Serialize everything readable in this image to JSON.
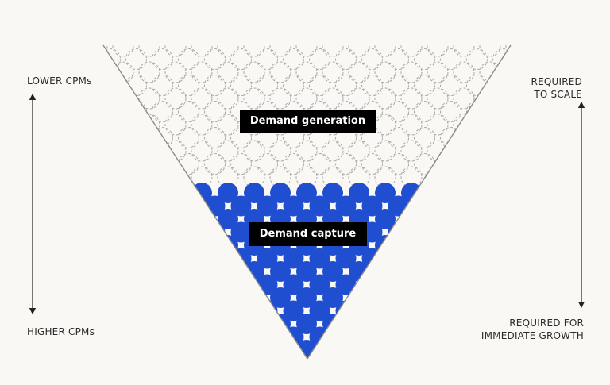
{
  "stages": {
    "top": {
      "label": "Demand generation",
      "style": "outline"
    },
    "bottom": {
      "label": "Demand capture",
      "style": "filled"
    }
  },
  "left_axis": {
    "top_label": "LOWER CPMs",
    "bottom_label": "HIGHER CPMs"
  },
  "right_axis": {
    "top_label_line1": "REQUIRED",
    "top_label_line2": "TO SCALE",
    "bottom_label_line1": "REQUIRED FOR",
    "bottom_label_line2": "IMMEDIATE GROWTH"
  },
  "colors": {
    "background": "#faf8f4",
    "filled_dot": "#1f4fd0",
    "outline_dot": "#a8a8a8",
    "funnel_edge": "#8a8a8a",
    "arrow": "#222222",
    "label_bg": "#000000",
    "label_text": "#ffffff"
  }
}
